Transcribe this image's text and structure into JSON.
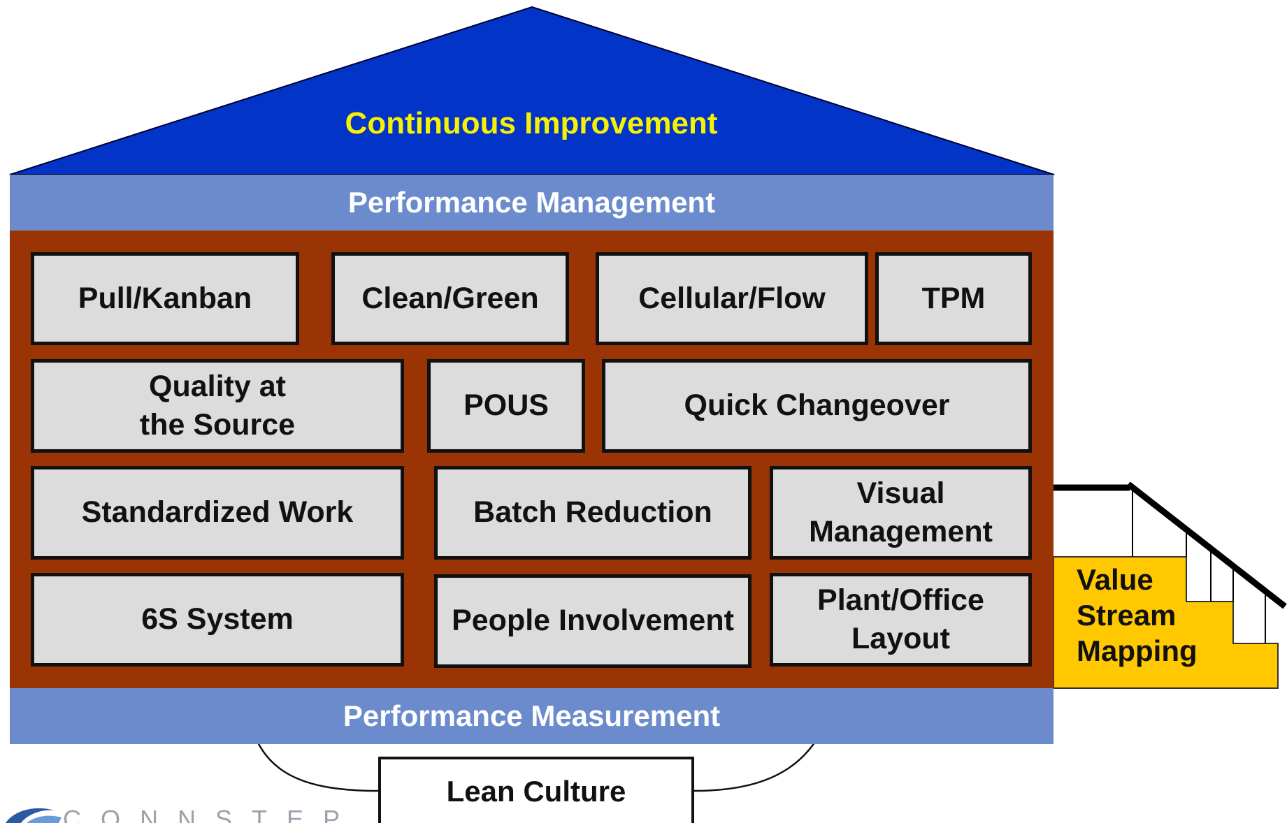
{
  "roof": {
    "label": "Continuous Improvement",
    "color": "#0334c8"
  },
  "bands": {
    "top": "Performance Management",
    "bottom": "Performance Measurement",
    "color": "#6b8bcd"
  },
  "wall_color": "#9a3404",
  "rows": [
    [
      "Pull/Kanban",
      "Clean/Green",
      "Cellular/Flow",
      "TPM"
    ],
    [
      "Quality at\nthe Source",
      "POUS",
      "Quick Changeover"
    ],
    [
      "Standardized Work",
      "Batch Reduction",
      "Visual\nManagement"
    ],
    [
      "6S System",
      "People Involvement",
      "Plant/Office\nLayout"
    ]
  ],
  "stairs": {
    "label": "Value\nStream\nMapping",
    "color": "#ffc800"
  },
  "base": {
    "label": "Lean Culture"
  },
  "logo": {
    "text": "CONNSTEP",
    "icon": "swirl-logo-icon"
  }
}
